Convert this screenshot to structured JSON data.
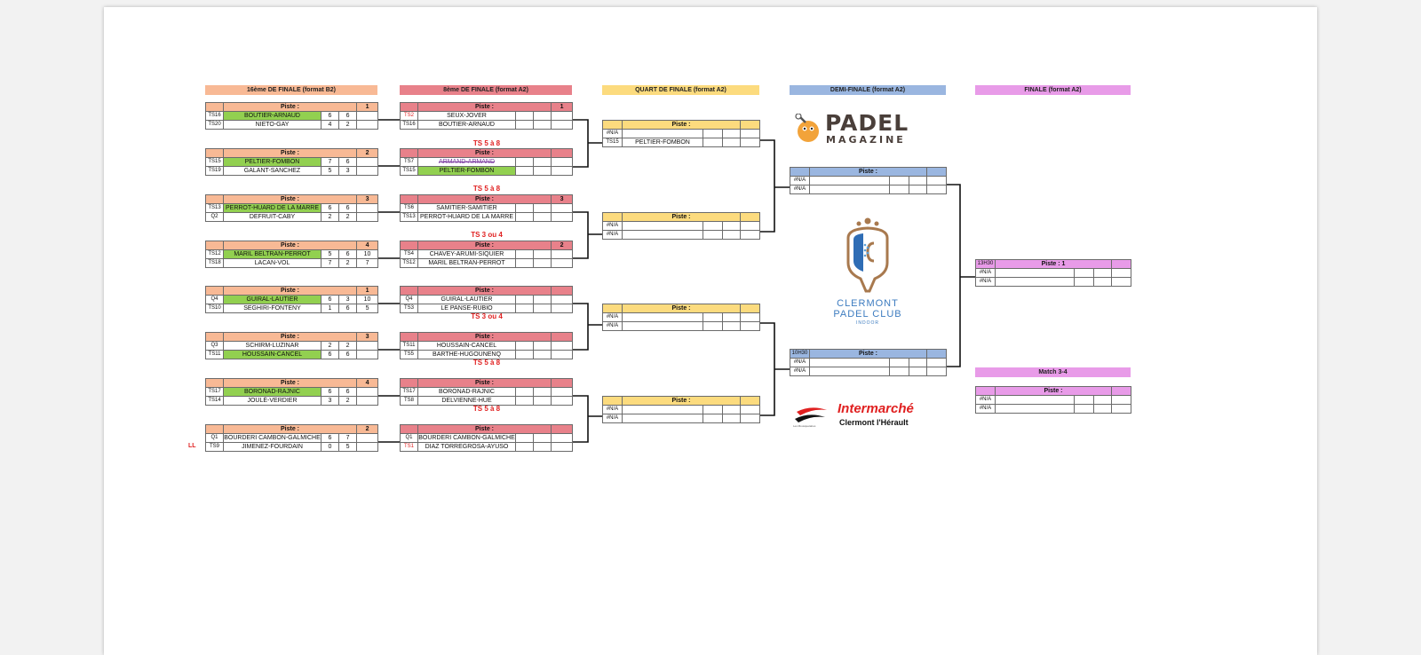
{
  "rounds": {
    "r16": "16ème DE FINALE (format B2)",
    "r8": "8ème DE FINALE (format A2)",
    "qf": "QUART DE FINALE (format A2)",
    "sf": "DEMI-FINALE (format A2)",
    "f": "FINALE (format A2)"
  },
  "colors": {
    "r16": "#f8b995",
    "r8": "#e8818a",
    "qf": "#fcdb7e",
    "sf": "#9ab6e0",
    "f": "#e89be8",
    "win": "#92d050",
    "red": "#e02020"
  },
  "piste_label": "Piste :",
  "r16_matches": [
    {
      "court": "1",
      "t1_seed": "TS16",
      "t1": "BOUTIER-ARNAUD",
      "t1_win": true,
      "t1_s": [
        "6",
        "6",
        ""
      ],
      "t2_seed": "TS20",
      "t2": "NIETO-GAY",
      "t2_win": false,
      "t2_s": [
        "4",
        "2",
        ""
      ]
    },
    {
      "court": "2",
      "t1_seed": "TS15",
      "t1": "PELTIER-FOMBON",
      "t1_win": true,
      "t1_s": [
        "7",
        "6",
        ""
      ],
      "t2_seed": "TS19",
      "t2": "GALANT-SANCHEZ",
      "t2_win": false,
      "t2_s": [
        "5",
        "3",
        ""
      ]
    },
    {
      "court": "3",
      "t1_seed": "TS13",
      "t1": "PERROT-HUARD DE LA MARRE",
      "t1_win": true,
      "t1_s": [
        "6",
        "6",
        ""
      ],
      "t2_seed": "Q2",
      "t2": "DEFRUIT-CABY",
      "t2_win": false,
      "t2_s": [
        "2",
        "2",
        ""
      ]
    },
    {
      "court": "4",
      "t1_seed": "TS12",
      "t1": "MARIL BELTRAN-PERROT",
      "t1_win": true,
      "t1_s": [
        "5",
        "6",
        "10"
      ],
      "t2_seed": "TS18",
      "t2": "LACAN-VOL",
      "t2_win": false,
      "t2_s": [
        "7",
        "2",
        "7"
      ]
    },
    {
      "court": "1",
      "t1_seed": "Q4",
      "t1": "GUIRAL-LAUTIER",
      "t1_win": true,
      "t1_s": [
        "6",
        "3",
        "10"
      ],
      "t2_seed": "TS10",
      "t2": "SEGHIRI-FONTENY",
      "t2_win": false,
      "t2_s": [
        "1",
        "6",
        "5"
      ]
    },
    {
      "court": "3",
      "t1_seed": "Q3",
      "t1": "SCHIRM-LUZINAR",
      "t1_win": false,
      "t1_s": [
        "2",
        "2",
        ""
      ],
      "t2_seed": "TS11",
      "t2": "HOUSSAIN-CANCEL",
      "t2_win": true,
      "t2_s": [
        "6",
        "6",
        ""
      ]
    },
    {
      "court": "4",
      "t1_seed": "TS17",
      "t1": "BORONAD-RAJNIC",
      "t1_win": true,
      "t1_s": [
        "6",
        "6",
        ""
      ],
      "t2_seed": "TS14",
      "t2": "JOULÉ-VERDIER",
      "t2_win": false,
      "t2_s": [
        "3",
        "2",
        ""
      ]
    },
    {
      "court": "2",
      "t1_seed": "Q1",
      "t1": "BOURDERI CAMBON-GALMICHE",
      "t1_win": false,
      "t1_s": [
        "6",
        "7",
        ""
      ],
      "t2_seed": "TS9",
      "t2": "JIMENEZ-FOURDAIN",
      "t2_win": false,
      "t2_s": [
        "0",
        "5",
        ""
      ]
    }
  ],
  "ll_label": "LL",
  "r8_matches": [
    {
      "court": "1",
      "above": "",
      "t1_seed": "TS2",
      "t1_seed_red": true,
      "t1": "SEUX-JOVER",
      "t2_seed": "TS16",
      "t2": "BOUTIER-ARNAUD"
    },
    {
      "court": "",
      "above": "TS 5 à 8",
      "t1_seed": "TS7",
      "t1": "ARMAND-ARMAND",
      "t1_strike": true,
      "t2_seed": "TS15",
      "t2": "PELTIER-FOMBON",
      "t2_win": true
    },
    {
      "court": "3",
      "above": "TS 5 à 8",
      "t1_seed": "TS6",
      "t1": "SAMITIER-SAMITIER",
      "t2_seed": "TS13",
      "t2": "PERROT-HUARD DE LA MARRE"
    },
    {
      "court": "2",
      "above": "TS 3 ou 4",
      "t1_seed": "TS4",
      "t1": "CHAVEY-ARUMI-SIQUIER",
      "t2_seed": "TS12",
      "t2": "MARIL BELTRAN-PERROT"
    },
    {
      "court": "",
      "above": "",
      "t1_seed": "Q4",
      "t1": "GUIRAL-LAUTIER",
      "t2_seed": "TS3",
      "t2": "LE PANSE-RUBIO",
      "below": "TS 3 ou 4"
    },
    {
      "court": "",
      "above": "",
      "t1_seed": "TS11",
      "t1": "HOUSSAIN-CANCEL",
      "t2_seed": "TS5",
      "t2": "BARTHE-HUGOUNENQ",
      "below": "TS 5 à 8"
    },
    {
      "court": "",
      "above": "",
      "t1_seed": "TS17",
      "t1": "BORONAD-RAJNIC",
      "t2_seed": "TS8",
      "t2": "DELVIENNE-HUE",
      "below": "TS 5 à 8"
    },
    {
      "court": "",
      "above": "",
      "t1_seed": "Q1",
      "t1": "BOURDERI CAMBON-GALMICHE",
      "t2_seed": "TS1",
      "t2_seed_red": true,
      "t2": "DIAZ TORREGROSA-AYUSO"
    }
  ],
  "qf_matches": [
    {
      "time": "",
      "court": "",
      "t1_seed": "#N/A",
      "t1": "",
      "t2_seed": "TS15",
      "t2": "PELTIER-FOMBON"
    },
    {
      "time": "",
      "court": "",
      "t1_seed": "#N/A",
      "t1": "",
      "t2_seed": "#N/A",
      "t2": ""
    },
    {
      "time": "",
      "court": "",
      "t1_seed": "#N/A",
      "t1": "",
      "t2_seed": "#N/A",
      "t2": ""
    },
    {
      "time": "",
      "court": "",
      "t1_seed": "#N/A",
      "t1": "",
      "t2_seed": "#N/A",
      "t2": ""
    }
  ],
  "sf_matches": [
    {
      "time": "",
      "court": "",
      "t1_seed": "#N/A",
      "t2_seed": "#N/A"
    },
    {
      "time": "10H30",
      "court": "",
      "t1_seed": "#N/A",
      "t2_seed": "#N/A"
    }
  ],
  "final_match": {
    "time": "13H30",
    "court": "1",
    "t1_seed": "#N/A",
    "t2_seed": "#N/A"
  },
  "third_place": {
    "title": "Match 3-4",
    "court": "",
    "t1_seed": "#N/A",
    "t2_seed": "#N/A"
  },
  "sponsors": {
    "padel_top": "PADEL",
    "padel_bottom": "MAGAZINE",
    "club_line1": "CLERMONT",
    "club_line2": "PADEL CLUB",
    "club_line3": "INDOOR",
    "store_brand": "Intermarché",
    "store_small": "Les Mousquetaires",
    "store_city": "Clermont l'Hérault"
  }
}
